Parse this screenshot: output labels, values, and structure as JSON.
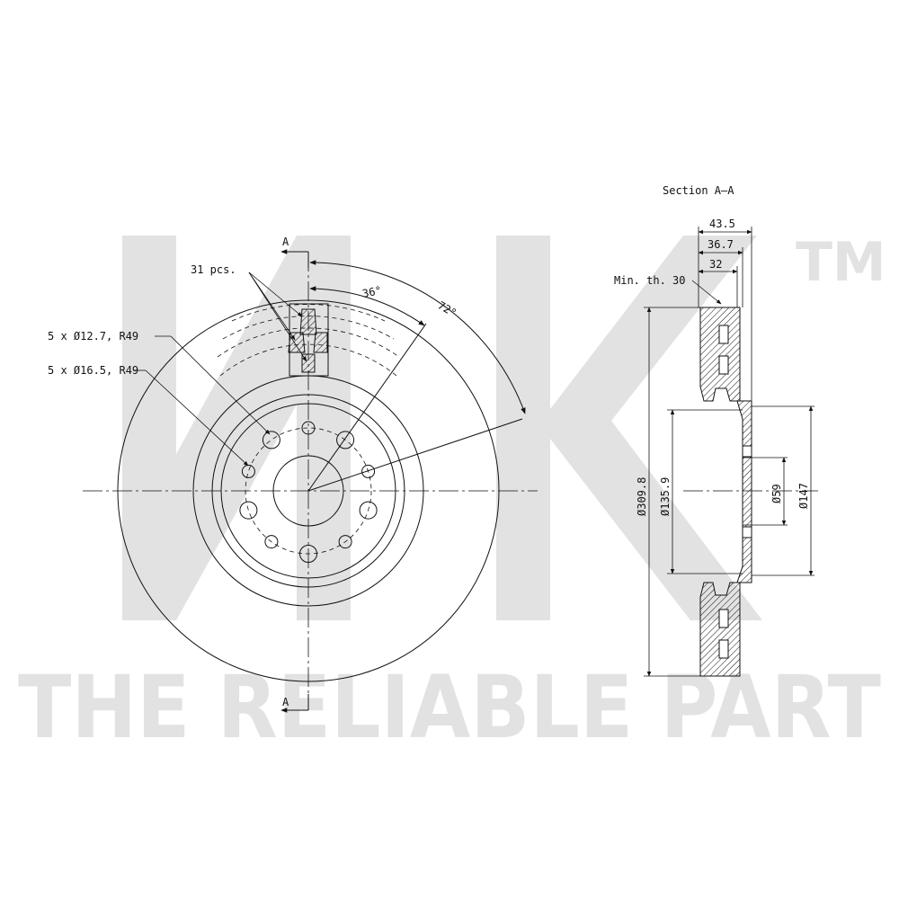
{
  "watermark": {
    "logo": "NK",
    "trademark": "TM",
    "tagline": "THE RELIABLE PART"
  },
  "front_view": {
    "section_marker_top": "A",
    "section_marker_bottom": "A",
    "vane_count_label": "31 pcs.",
    "angle_small": "36°",
    "angle_large": "72°",
    "hole_label_1": "5 x Ø12.7, R49",
    "hole_label_2": "5 x Ø16.5, R49"
  },
  "section_view": {
    "title": "Section A–A",
    "dim_overall_thickness": "43.5",
    "dim_hat_thickness": "36.7",
    "dim_disc_thickness": "32",
    "min_thickness": "Min. th. 30",
    "dia_outer": "Ø309.8",
    "dia_hat": "Ø135.9",
    "dia_center_bore": "Ø59",
    "dia_hub": "Ø147"
  },
  "colors": {
    "line": "#111111",
    "watermark": "#e2e2e2"
  }
}
